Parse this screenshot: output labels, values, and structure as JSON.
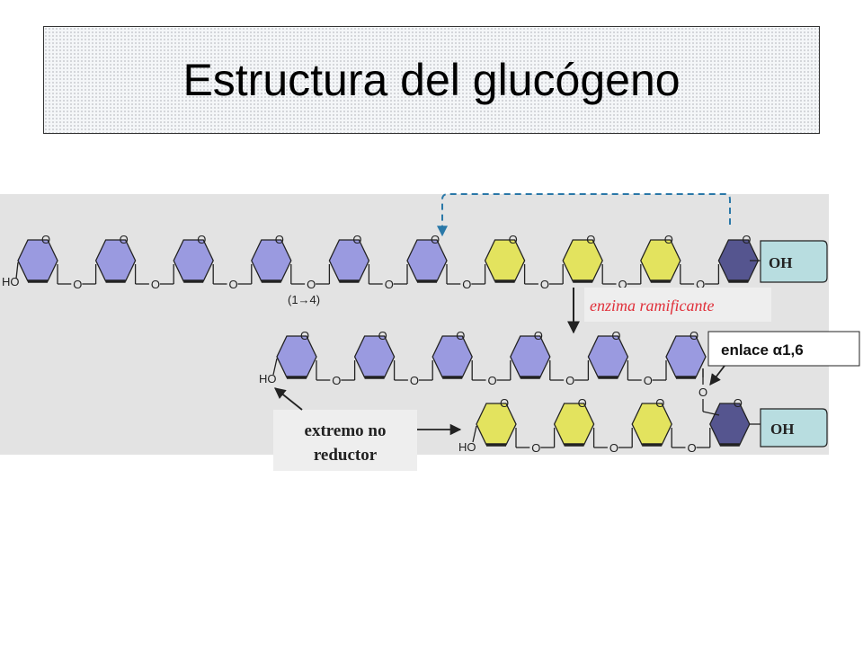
{
  "title": "Estructura del glucógeno",
  "labels": {
    "oh_top": "OH",
    "oh_bottom": "OH",
    "ho_top": "HO",
    "ho_middle": "HO",
    "ho_bottom": "HO",
    "linkage": "(1→4)",
    "ring_o": "O",
    "glyco_o": "O",
    "enzyme": "enzima ramificante",
    "bond": "enlace α1,6",
    "nonreducing_line1": "extremo no",
    "nonreducing_line2": "reductor"
  },
  "colors": {
    "panel": "#e3e3e3",
    "lilac": "#9a9ae0",
    "yellow": "#e3e35e",
    "dark": "#55558f",
    "label_bg": "#b8dde0",
    "enzyme_text": "#e0303a",
    "dashed": "#2a78a8"
  },
  "rows": {
    "top": [
      "lilac",
      "lilac",
      "lilac",
      "lilac",
      "lilac",
      "lilac",
      "yellow",
      "yellow",
      "yellow",
      "dark"
    ],
    "middle": [
      "lilac",
      "lilac",
      "lilac",
      "lilac",
      "lilac",
      "lilac"
    ],
    "bottom": [
      "yellow",
      "yellow",
      "yellow",
      "dark"
    ]
  }
}
